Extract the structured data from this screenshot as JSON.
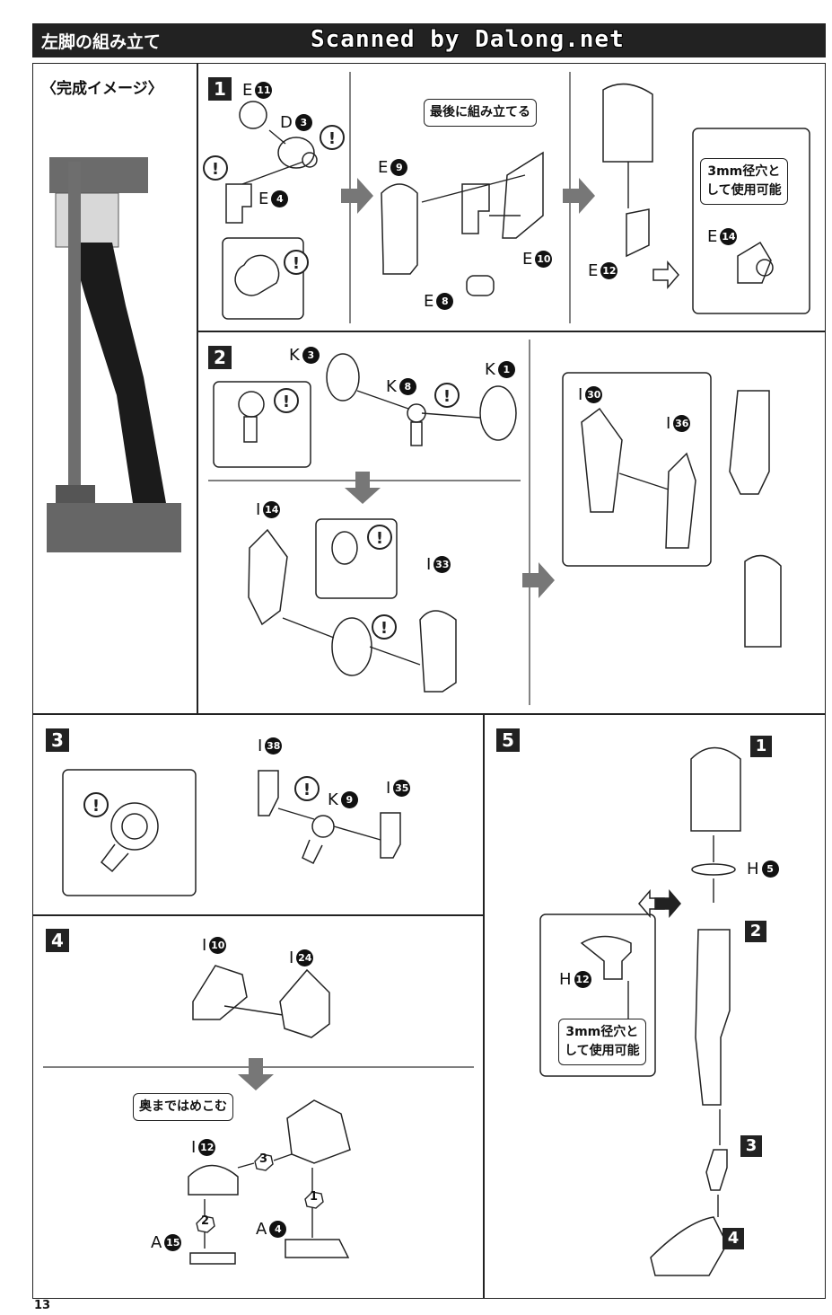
{
  "header": {
    "title": "左脚の組み立て",
    "scan_credit": "Scanned by Dalong.net"
  },
  "completion": {
    "label": "〈完成イメージ〉"
  },
  "steps": {
    "s1": {
      "no": "1",
      "parts": [
        {
          "letter": "E",
          "num": "11"
        },
        {
          "letter": "D",
          "num": "3"
        },
        {
          "letter": "E",
          "num": "4"
        },
        {
          "letter": "E",
          "num": "9"
        },
        {
          "letter": "E",
          "num": "10"
        },
        {
          "letter": "E",
          "num": "8"
        },
        {
          "letter": "E",
          "num": "12"
        },
        {
          "letter": "E",
          "num": "14"
        }
      ],
      "note_last": "最後に組み立てる",
      "note_3mm": "3mm径穴と\nして使用可能"
    },
    "s2": {
      "no": "2",
      "parts": [
        {
          "letter": "K",
          "num": "3"
        },
        {
          "letter": "K",
          "num": "8"
        },
        {
          "letter": "K",
          "num": "1"
        },
        {
          "letter": "I",
          "num": "14"
        },
        {
          "letter": "I",
          "num": "33"
        },
        {
          "letter": "I",
          "num": "30"
        },
        {
          "letter": "I",
          "num": "36"
        }
      ]
    },
    "s3": {
      "no": "3",
      "parts": [
        {
          "letter": "I",
          "num": "38"
        },
        {
          "letter": "K",
          "num": "9"
        },
        {
          "letter": "I",
          "num": "35"
        }
      ]
    },
    "s4": {
      "no": "4",
      "parts": [
        {
          "letter": "I",
          "num": "10"
        },
        {
          "letter": "I",
          "num": "24"
        },
        {
          "letter": "I",
          "num": "12"
        },
        {
          "letter": "A",
          "num": "15"
        },
        {
          "letter": "A",
          "num": "4"
        }
      ],
      "note_push": "奥まではめこむ",
      "order": [
        "3",
        "2",
        "1"
      ]
    },
    "s5": {
      "no": "5",
      "parts": [
        {
          "letter": "H",
          "num": "5"
        },
        {
          "letter": "H",
          "num": "12"
        }
      ],
      "note_3mm": "3mm径穴と\nして使用可能",
      "sub_steps": [
        "1",
        "2",
        "3",
        "4"
      ]
    }
  },
  "page_number": "13"
}
